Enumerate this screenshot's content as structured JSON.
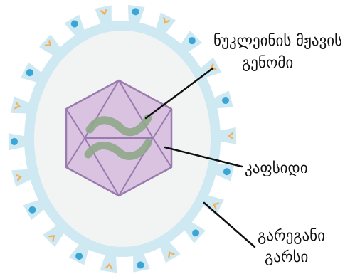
{
  "labels": {
    "genome_line1": "ნუკლეინის მჟავის",
    "genome_line2": "გენომი",
    "capsid": "კაფსიდი",
    "envelope_line1": "გარეგანი",
    "envelope_line2": "გარსი"
  },
  "colors": {
    "envelope": "#cfe9f3",
    "interior": "#f2f4f4",
    "capsid_fill": "#d9c3e0",
    "capsid_stroke": "#9a7bb0",
    "genome": "#8fa98a",
    "spike": "#cfe9f3",
    "spike_blue": "#3aa6d6",
    "spike_orange": "#f3b15c",
    "leader": "#111111"
  },
  "icons": {
    "genome": "rna-strand-icon",
    "capsid": "icosahedral-capsid-icon",
    "spike": "glycoprotein-spike-icon"
  }
}
